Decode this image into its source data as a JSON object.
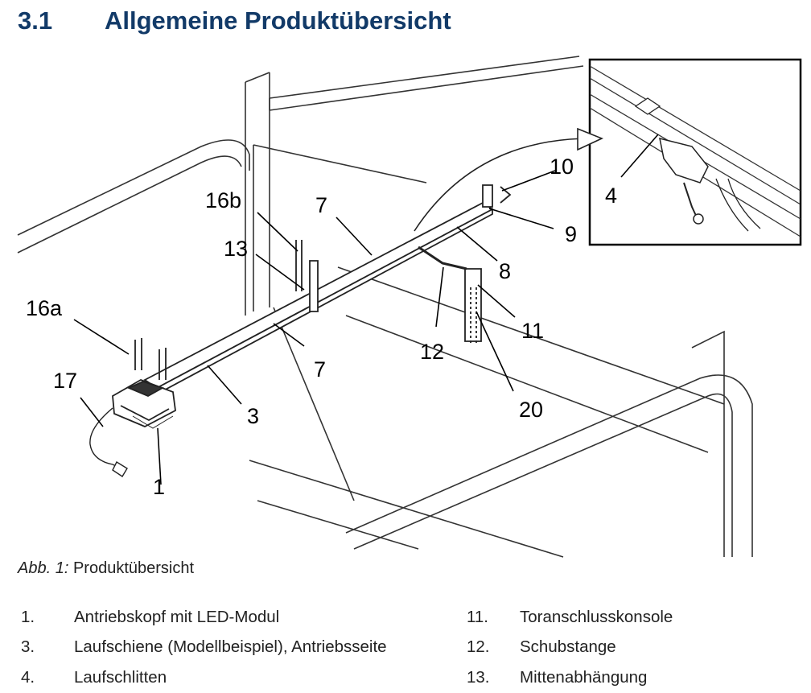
{
  "heading": {
    "number": "3.1",
    "title": "Allgemeine Produktübersicht"
  },
  "figure": {
    "callouts": [
      "1",
      "3",
      "4",
      "7",
      "7",
      "8",
      "9",
      "10",
      "11",
      "12",
      "13",
      "16a",
      "16b",
      "17",
      "20"
    ]
  },
  "caption": {
    "prefix": "Abb. 1:",
    "text": "Produktübersicht"
  },
  "legend": {
    "left": [
      {
        "num": "1.",
        "text": "Antriebskopf mit LED-Modul"
      },
      {
        "num": "3.",
        "text": "Laufschiene (Modellbeispiel), Antriebsseite"
      },
      {
        "num": "4.",
        "text": "Laufschlitten"
      }
    ],
    "right": [
      {
        "num": "11.",
        "text": "Toranschlusskonsole"
      },
      {
        "num": "12.",
        "text": "Schubstange"
      },
      {
        "num": "13.",
        "text": "Mittenabhängung"
      }
    ]
  }
}
